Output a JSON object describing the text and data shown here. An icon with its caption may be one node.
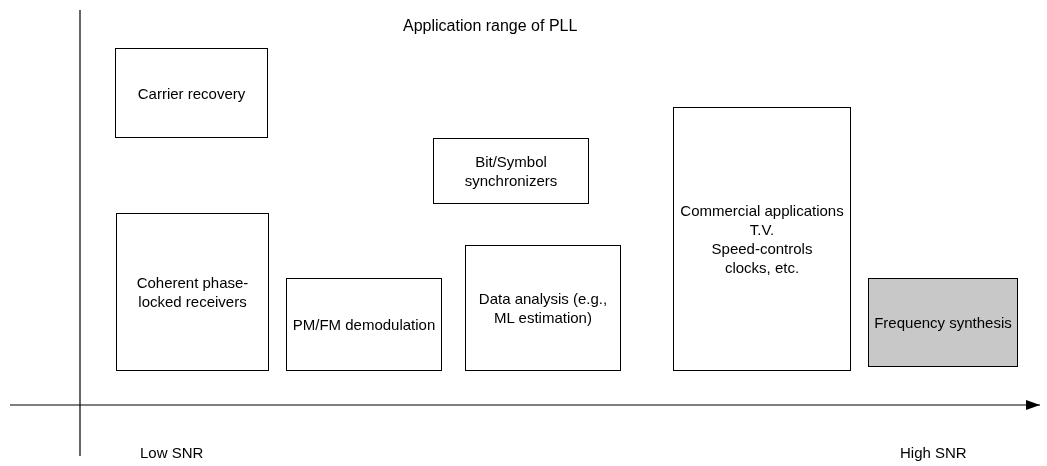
{
  "diagram": {
    "title": "Application range of PLL",
    "nodes": [
      {
        "text": [
          "Carrier recovery"
        ]
      },
      {
        "text": [
          "Coherent phase-locked receivers"
        ]
      },
      {
        "text": [
          "PM/FM demodulation"
        ]
      },
      {
        "text": [
          "Bit/Symbol synchronizers"
        ]
      },
      {
        "text": [
          "Data analysis (e.g., ML estimation)"
        ]
      },
      {
        "text": [
          "Commercial applications",
          "T.V.",
          "Speed-controls",
          "clocks, etc."
        ]
      },
      {
        "text": [
          "Frequency synthesis"
        ]
      }
    ],
    "edges": [],
    "labels": [
      "Low SNR",
      "High SNR"
    ]
  }
}
